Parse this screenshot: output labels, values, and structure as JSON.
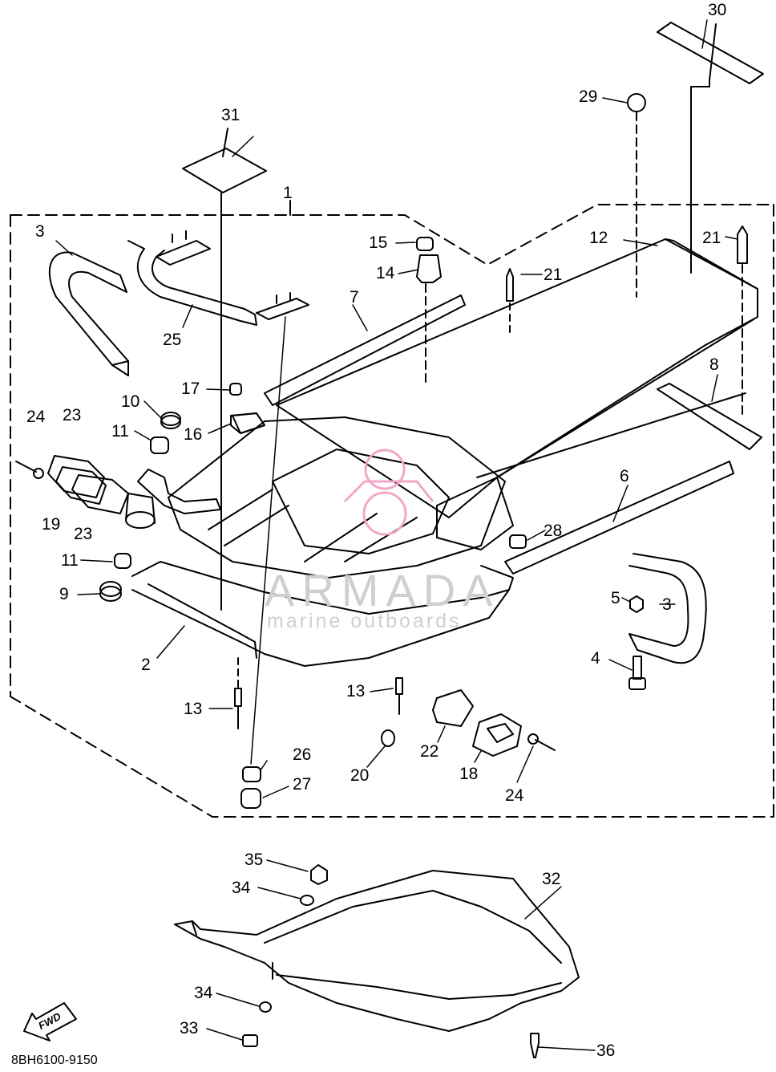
{
  "diagram": {
    "code": "8BH6100-9150",
    "fwd_label": "FWD",
    "watermark": {
      "brand": "ARMADA",
      "tagline": "marine outboards"
    },
    "labels": {
      "l1": "1",
      "l2": "2",
      "l3a": "3",
      "l3b": "3",
      "l4": "4",
      "l5": "5",
      "l6": "6",
      "l7": "7",
      "l8": "8",
      "l9": "9",
      "l10": "10",
      "l11a": "11",
      "l11b": "11",
      "l12": "12",
      "l13a": "13",
      "l13b": "13",
      "l14": "14",
      "l15": "15",
      "l16": "16",
      "l17": "17",
      "l18": "18",
      "l19": "19",
      "l20": "20",
      "l21a": "21",
      "l21b": "21",
      "l22": "22",
      "l23a": "23",
      "l23b": "23",
      "l24a": "24",
      "l24b": "24",
      "l25": "25",
      "l26": "26",
      "l27": "27",
      "l28": "28",
      "l29": "29",
      "l30": "30",
      "l31": "31",
      "l32": "32",
      "l33": "33",
      "l34a": "34",
      "l34b": "34",
      "l35": "35",
      "l36": "36"
    }
  }
}
